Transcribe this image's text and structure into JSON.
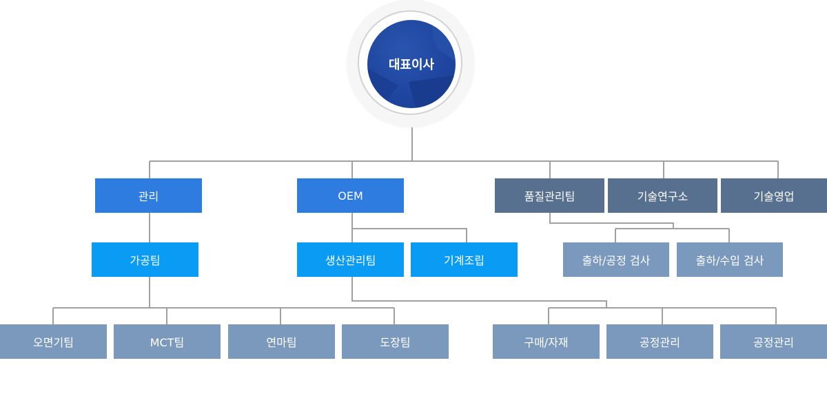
{
  "ceo": {
    "label": "대표이사"
  },
  "level1": {
    "management": "관리",
    "oem": "OEM",
    "quality": "품질관리팀",
    "lab": "기술연구소",
    "sales": "기술영업"
  },
  "level2": {
    "machining": "가공팀",
    "production": "생산관리팀",
    "assembly": "기계조립",
    "ship_inspect": "출하/공정 검사",
    "import_inspect": "출하/수입 검사"
  },
  "level3": {
    "machining_teams": [
      "오면기팀",
      "MCT팀",
      "연마팀",
      "도장팀"
    ],
    "production_teams": [
      "구매/자재",
      "공정관리",
      "공정관리"
    ]
  },
  "colors": {
    "ceo": "#1f46a0",
    "primary": "#2f7ce0",
    "secondary": "#0a9cf5",
    "dark_slate": "#57708f",
    "steel": "#7b99bd",
    "connector": "#a0a0a0"
  }
}
